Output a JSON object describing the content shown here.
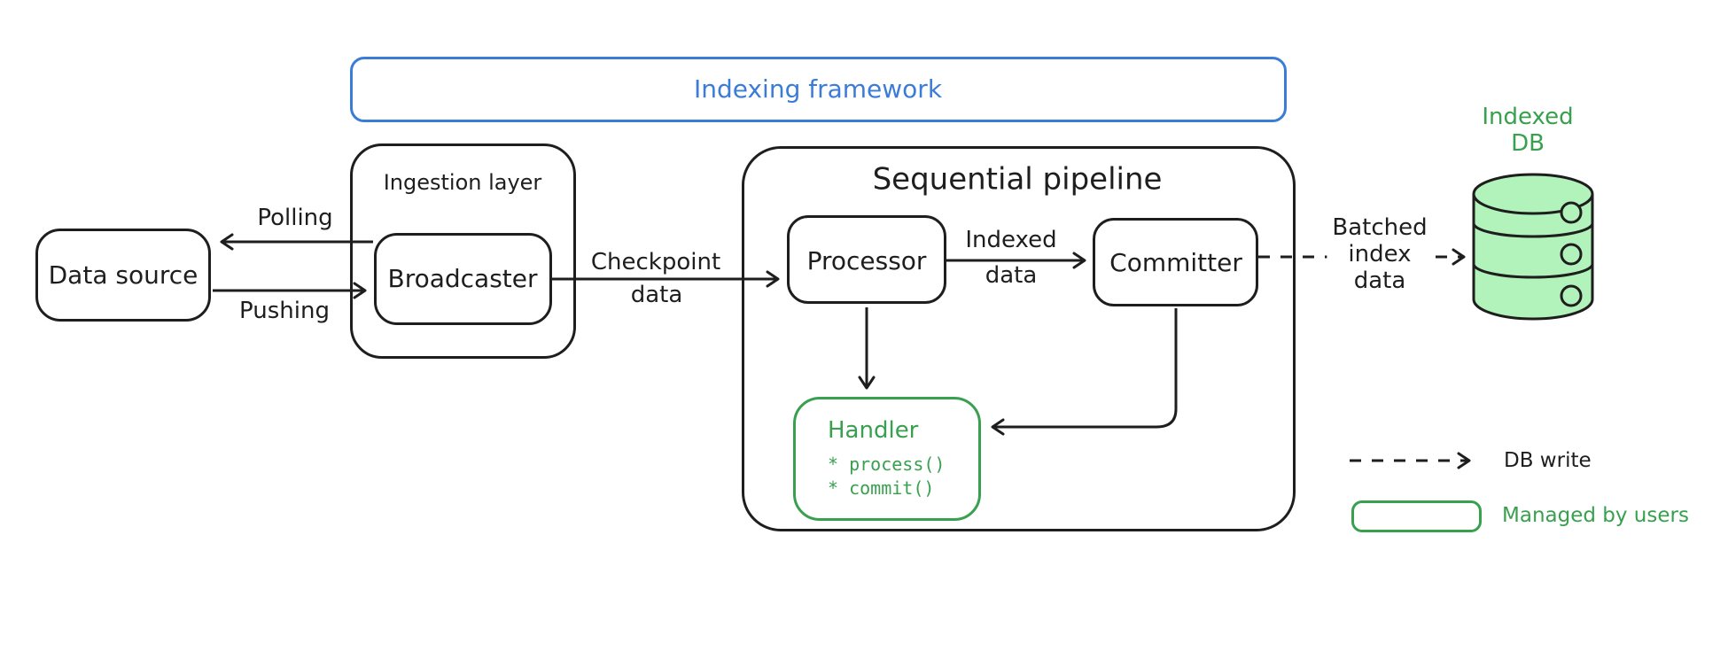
{
  "frame": {
    "label": "Indexing framework"
  },
  "nodes": {
    "data_source": {
      "label": "Data source"
    },
    "ingestion": {
      "label": "Ingestion layer"
    },
    "broadcaster": {
      "label": "Broadcaster"
    },
    "pipeline": {
      "label": "Sequential pipeline"
    },
    "processor": {
      "label": "Processor"
    },
    "committer": {
      "label": "Committer"
    },
    "handler": {
      "title": "Handler",
      "methods": [
        "* process()",
        "* commit()"
      ]
    },
    "db": {
      "line1": "Indexed",
      "line2": "DB"
    }
  },
  "edges": {
    "polling": {
      "label": "Polling"
    },
    "pushing": {
      "label": "Pushing"
    },
    "checkpoint": {
      "line1": "Checkpoint",
      "line2": "data"
    },
    "indexed": {
      "line1": "Indexed",
      "line2": "data"
    },
    "batched": {
      "line1": "Batched",
      "line2": "index",
      "line3": "data"
    }
  },
  "legend": {
    "db_write": "DB write",
    "managed_by_users": "Managed by users"
  },
  "colors": {
    "ink": "#1e1e1e",
    "blue": "#3b7cd6",
    "green": "#38a04e",
    "db_fill": "#b2f2bb"
  }
}
